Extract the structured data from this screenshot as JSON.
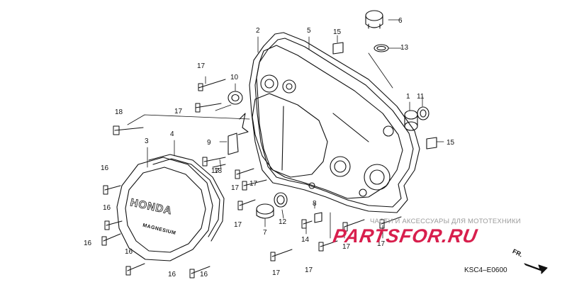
{
  "diagram": {
    "callouts": [
      {
        "label": "1"
      },
      {
        "label": "2"
      },
      {
        "label": "3"
      },
      {
        "label": "4"
      },
      {
        "label": "5"
      },
      {
        "label": "6"
      },
      {
        "label": "7"
      },
      {
        "label": "8"
      },
      {
        "label": "9"
      },
      {
        "label": "10"
      },
      {
        "label": "11"
      },
      {
        "label": "12"
      },
      {
        "label": "13"
      },
      {
        "label": "14"
      },
      {
        "label": "15"
      },
      {
        "label": "15"
      },
      {
        "label": "16"
      },
      {
        "label": "16"
      },
      {
        "label": "16"
      },
      {
        "label": "16"
      },
      {
        "label": "16"
      },
      {
        "label": "16"
      },
      {
        "label": "17"
      },
      {
        "label": "17"
      },
      {
        "label": "17"
      },
      {
        "label": "17"
      },
      {
        "label": "17"
      },
      {
        "label": "17"
      },
      {
        "label": "17"
      },
      {
        "label": "17"
      },
      {
        "label": "17"
      },
      {
        "label": "17"
      },
      {
        "label": "18"
      },
      {
        "label": "18"
      }
    ],
    "cover_text": {
      "brand": "HONDA",
      "model": "MAGNESIUM"
    },
    "code": "KSC4–E0600",
    "direction": "FR."
  },
  "watermark": {
    "caption": "ЧАСТИ И АКСЕССУАРЫ ДЛЯ МОТОТЕХНИКИ",
    "logo": "PARTSFOR.RU"
  },
  "colors": {
    "line": "#111111",
    "watermark_logo": "#d81f4d",
    "watermark_caption": "#9a9a9a"
  }
}
